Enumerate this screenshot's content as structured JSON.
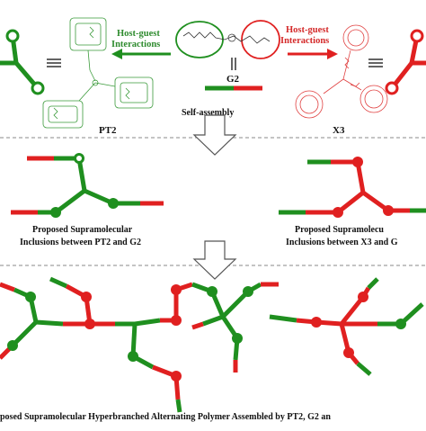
{
  "colors": {
    "green": "#1f8f1f",
    "red": "#e02020",
    "dark_green": "#2e8b2e",
    "line": "#999999"
  },
  "top": {
    "host_guest_left": [
      "Host-guest",
      "Interactions"
    ],
    "host_guest_right": [
      "Host-guest",
      "Interactions"
    ],
    "g2_label": "G2",
    "pt2_label": "PT2",
    "x3_label": "X3",
    "self_assembly": "Self-assembly"
  },
  "middle": {
    "left_caption": [
      "Proposed Supramolecular",
      "Inclusions between PT2 and G2"
    ],
    "right_caption": [
      "Proposed Supramolecu",
      "Inclusions between X3 and G"
    ]
  },
  "bottom": {
    "caption": "posed Supramolecular Hyperbranched Alternating Polymer Assembled by PT2, G2 an"
  }
}
